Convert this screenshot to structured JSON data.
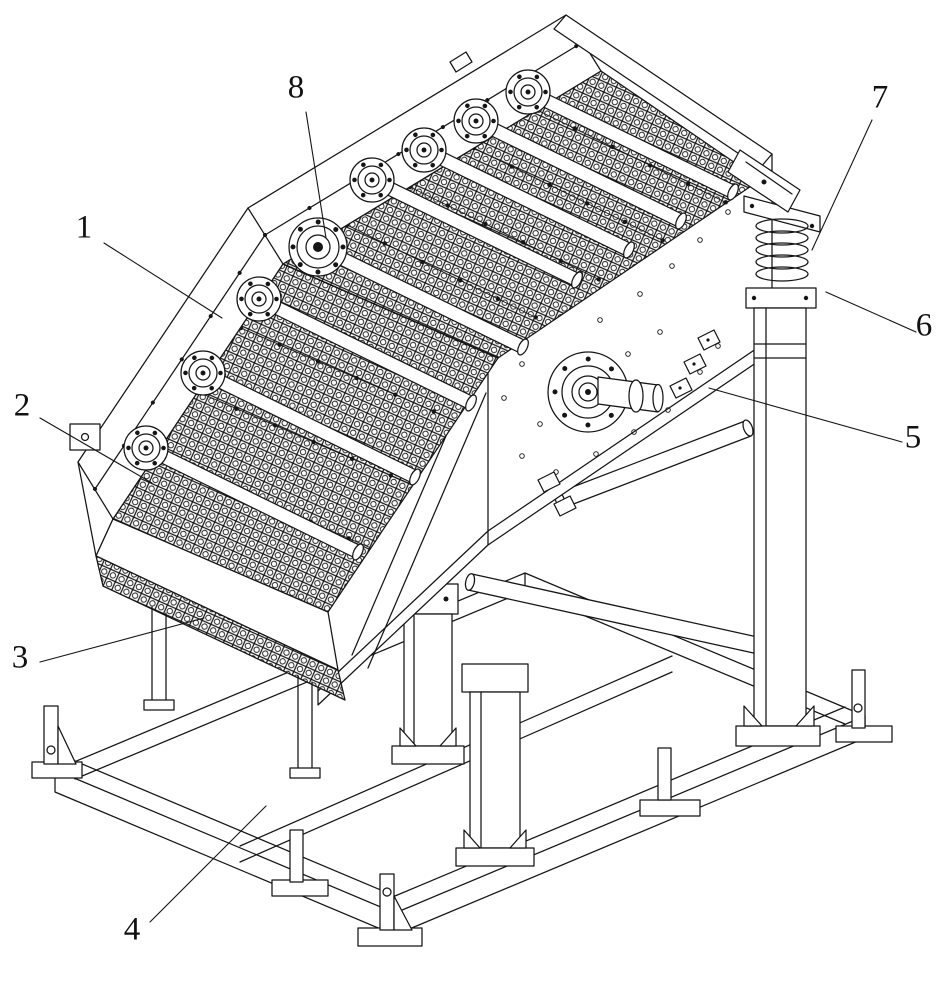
{
  "figure": {
    "type": "patent technical line drawing",
    "description": "Isometric line drawing of an inclined vibrating screen machine: perforated banana screen deck, flanged cross beams, side plates with exciter flange, spring supports and H-beam base frame, with numbered part callouts.",
    "background_color": "#ffffff",
    "line_color": "#151515"
  },
  "labels": [
    {
      "text": "1"
    },
    {
      "text": "2"
    },
    {
      "text": "3"
    },
    {
      "text": "4"
    },
    {
      "text": "5"
    },
    {
      "text": "6"
    },
    {
      "text": "7"
    },
    {
      "text": "8"
    }
  ]
}
